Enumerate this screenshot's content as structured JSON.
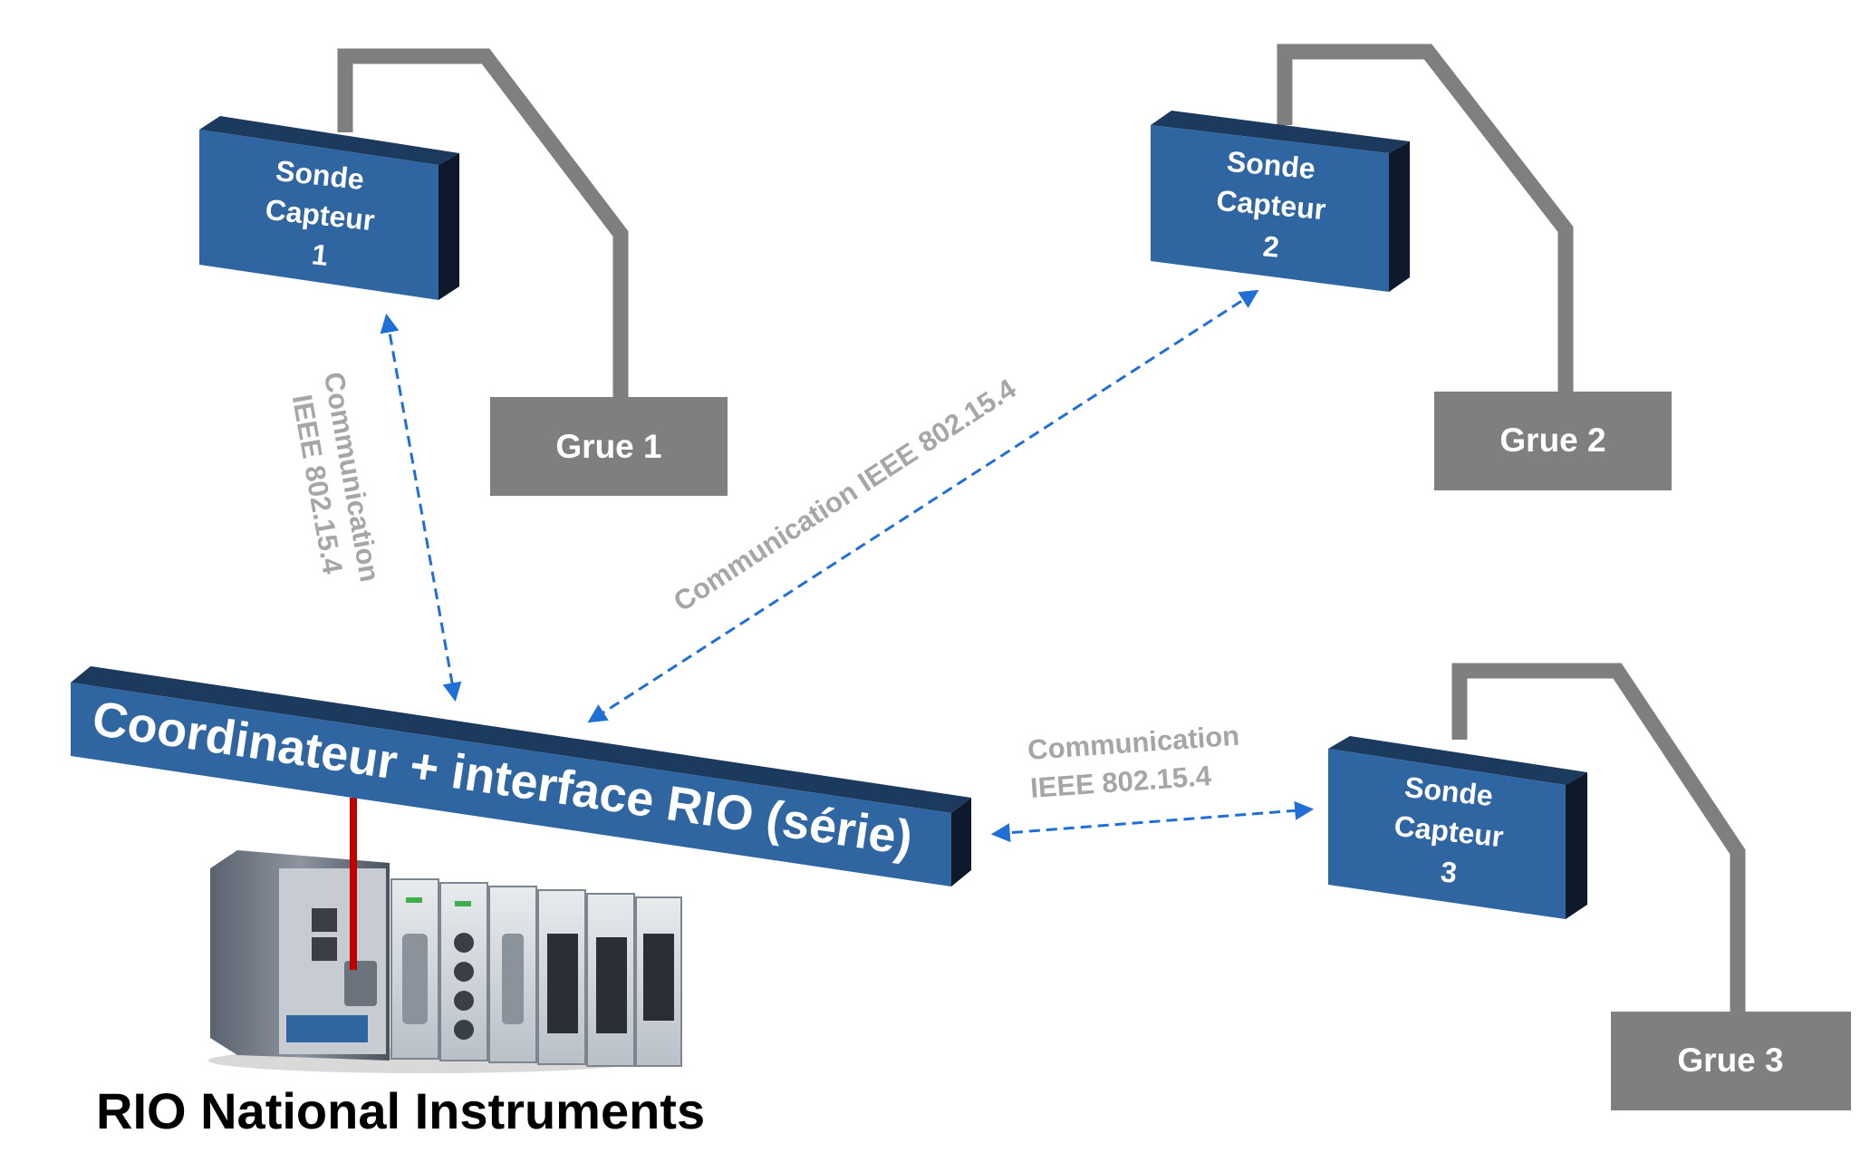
{
  "probes": [
    {
      "line1": "Sonde",
      "line2": "Capteur",
      "line3": "1"
    },
    {
      "line1": "Sonde",
      "line2": "Capteur",
      "line3": "2"
    },
    {
      "line1": "Sonde",
      "line2": "Capteur",
      "line3": "3"
    }
  ],
  "cranes": [
    {
      "label": "Grue 1"
    },
    {
      "label": "Grue 2"
    },
    {
      "label": "Grue 3"
    }
  ],
  "coordinator": {
    "label": "Coordinateur + interface RIO (série)"
  },
  "links": [
    {
      "line1": "Communication",
      "line2": "IEEE 802.15.4"
    },
    {
      "line1": "Communication IEEE 802.15.4"
    },
    {
      "line1": "Communication",
      "line2": "IEEE 802.15.4"
    }
  ],
  "rio": {
    "caption": "RIO National Instruments"
  },
  "colors": {
    "box_blue": "#2f65a0",
    "box_dark": "#0e1a2b",
    "crane_gray": "#7f7f7f",
    "link_blue": "#1f6fd6",
    "label_gray": "#a6a6a6",
    "serial_red": "#c00000"
  }
}
